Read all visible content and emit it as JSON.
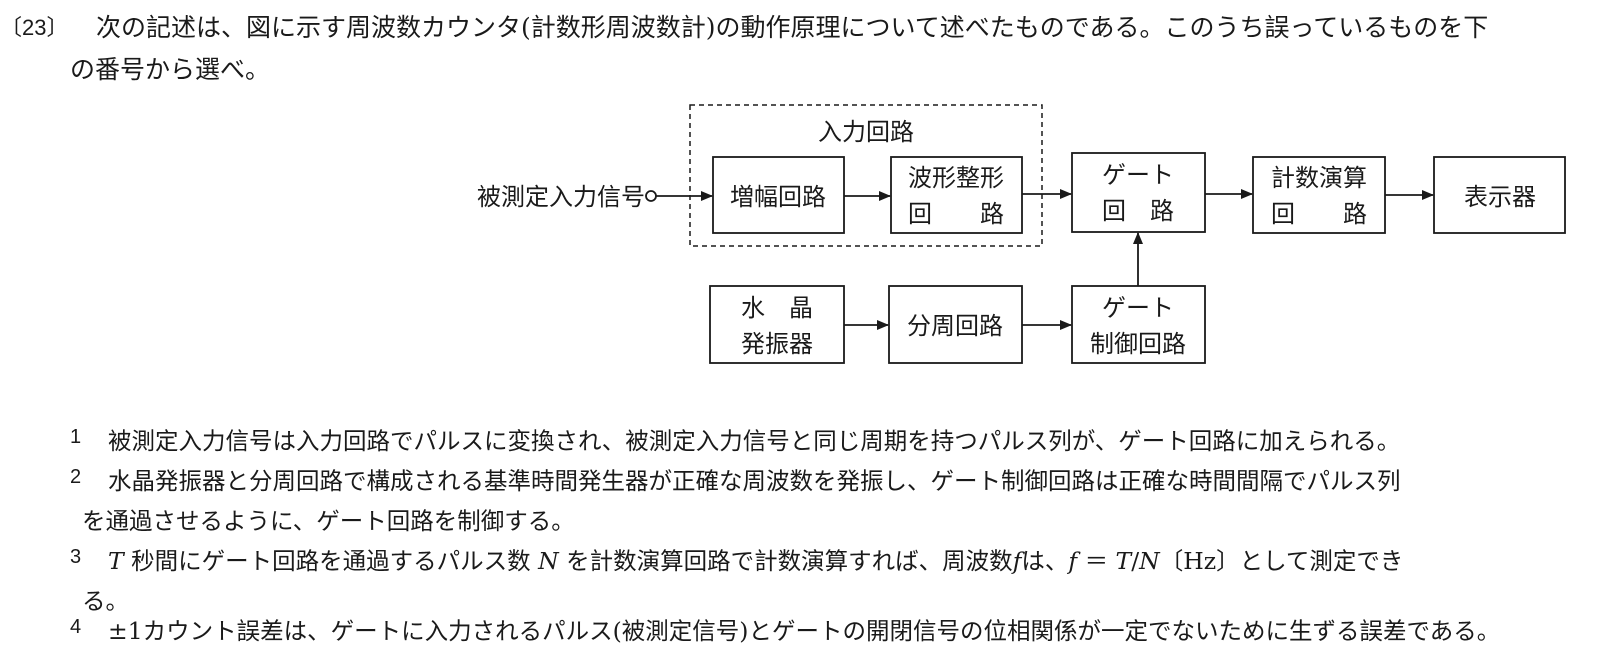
{
  "question": {
    "number": "〔23〕",
    "text_line1": "次の記述は、図に示す周波数カウンタ(計数形周波数計)の動作原理について述べたものである。このうち誤っているものを下",
    "text_line2": "の番号から選べ。"
  },
  "diagram": {
    "input_group_label": "入力回路",
    "input_signal_label": "被測定入力信号",
    "blocks": {
      "amplifier": [
        "増幅回路"
      ],
      "waveform_shaper": [
        "波形整形",
        "回　　路"
      ],
      "gate": [
        "ゲート",
        "回　路"
      ],
      "counter_arith": [
        "計数演算",
        "回　　路"
      ],
      "display": [
        "表示器"
      ],
      "crystal_osc": [
        "水　晶",
        "発振器"
      ],
      "divider": [
        "分周回路"
      ],
      "gate_control": [
        "ゲート",
        "制御回路"
      ]
    }
  },
  "options": [
    {
      "num": "1",
      "lines": [
        "被測定入力信号は入力回路でパルスに変換され、被測定入力信号と同じ周期を持つパルス列が、ゲート回路に加えられる。"
      ]
    },
    {
      "num": "2",
      "lines": [
        "水晶発振器と分周回路で構成される基準時間発生器が正確な周波数を発振し、ゲート制御回路は正確な時間間隔でパルス列",
        "を通過させるように、ゲート回路を制御する。"
      ]
    },
    {
      "num": "3",
      "segments": [
        "T",
        " 秒間にゲート回路を通過するパルス数 ",
        "N",
        " を計数演算回路で計数演算すれば、周波数",
        "f",
        "は、",
        "f",
        " ＝ ",
        "T",
        "/",
        "N",
        "〔Hz〕として測定でき"
      ],
      "line2": "る。"
    },
    {
      "num": "4",
      "lines": [
        "±1カウント誤差は、ゲートに入力されるパルス(被測定信号)とゲートの開閉信号の位相関係が一定でないために生ずる誤差である。"
      ]
    }
  ]
}
